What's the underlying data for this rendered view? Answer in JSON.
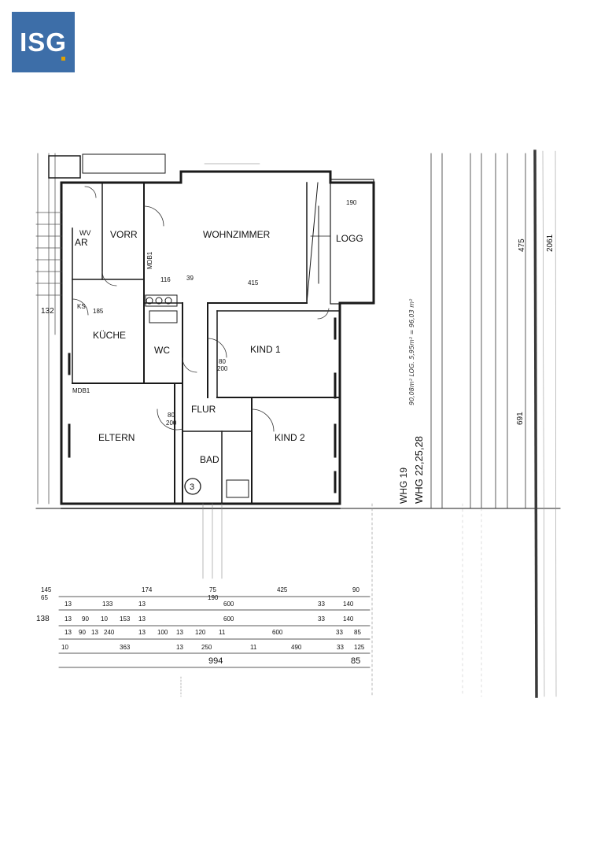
{
  "logo": {
    "text": "ISG",
    "color": "#3d6ea8",
    "dot_color": "#e0a100"
  },
  "rooms": {
    "vorr": "VORR",
    "ar": "AR",
    "wv": "WV",
    "wohnzimmer": "WOHNZIMMER",
    "logg": "LOGG",
    "kueche": "KÜCHE",
    "wc": "WC",
    "kind1": "KIND 1",
    "flur": "FLUR",
    "eltern": "ELTERN",
    "kind2": "KIND 2",
    "bad": "BAD",
    "bad_marker": "3"
  },
  "plan_labels": {
    "ks": "KS",
    "mdb_top": "MDB1",
    "mdb_left": "MDB1",
    "left_dim": "132",
    "dim_116": "116",
    "dim_39": "39",
    "dim_80a": "80",
    "dim_200a": "200",
    "dim_80b": "80",
    "dim_200b": "200",
    "dim_185": "185",
    "dim_415": "415",
    "dim_190": "190"
  },
  "dimensions": {
    "row1": [
      "145",
      "174",
      "75",
      "425",
      "90"
    ],
    "row1_sub": [
      "65",
      "190"
    ],
    "row2_label": "138",
    "row2": [
      "13",
      "133",
      "13",
      "600",
      "33",
      "140"
    ],
    "row3": [
      "13",
      "90",
      "10",
      "153",
      "13",
      "600",
      "33",
      "140"
    ],
    "row4": [
      "13",
      "90",
      "13",
      "240",
      "13",
      "100",
      "13",
      "120",
      "11",
      "600",
      "33",
      "85"
    ],
    "row5": [
      "10",
      "363",
      "13",
      "250",
      "11",
      "490",
      "33",
      "125"
    ],
    "total_width": "994",
    "total_sub": "85"
  },
  "side_annotations": {
    "whg_19": "WHG 19",
    "whg_list": "WHG 22,25,28",
    "area_formula": "90,08m² LOG. 5,95m² = 96,03 m²",
    "height_475": "475",
    "height_2061": "2061",
    "height_691": "691"
  }
}
